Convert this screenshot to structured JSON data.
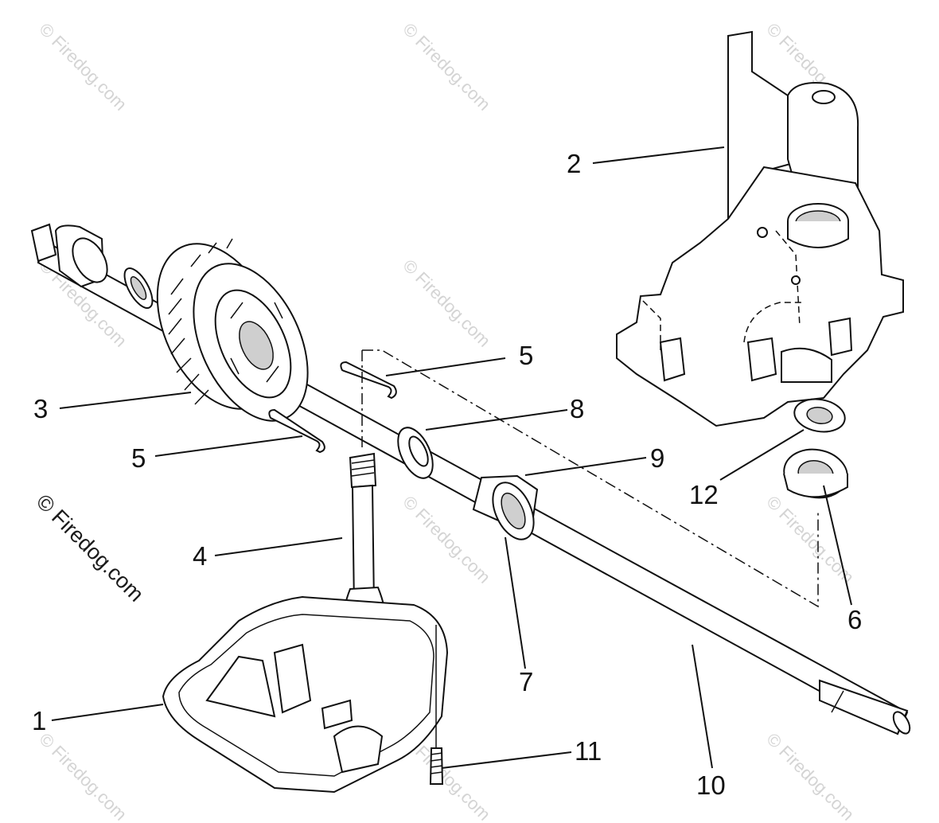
{
  "callouts": [
    {
      "id": "c1",
      "text": "1"
    },
    {
      "id": "c2",
      "text": "2"
    },
    {
      "id": "c3",
      "text": "3"
    },
    {
      "id": "c4",
      "text": "4"
    },
    {
      "id": "c5a",
      "text": "5"
    },
    {
      "id": "c5b",
      "text": "5"
    },
    {
      "id": "c6",
      "text": "6"
    },
    {
      "id": "c7",
      "text": "7"
    },
    {
      "id": "c8",
      "text": "8"
    },
    {
      "id": "c9",
      "text": "9"
    },
    {
      "id": "c10",
      "text": "10"
    },
    {
      "id": "c11",
      "text": "11"
    },
    {
      "id": "c12",
      "text": "12"
    }
  ],
  "watermark": {
    "main": "© Firedog.com",
    "tile": "© Firedog.com"
  }
}
